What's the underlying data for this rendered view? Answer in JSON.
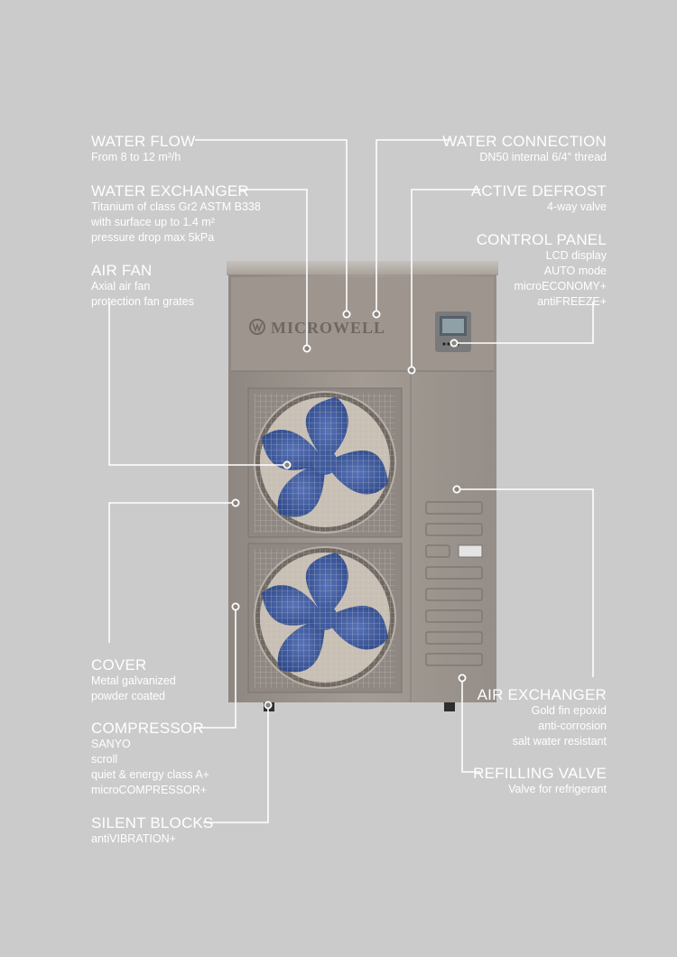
{
  "colors": {
    "background": "#cbcbcb",
    "text": "#ffffff",
    "leader_line": "#ffffff",
    "unit_body": "#9a928b",
    "fan_blade": "#3e5a9c"
  },
  "brand": {
    "logo_text": "MICROWELL"
  },
  "callouts": {
    "water_flow": {
      "title": "WATER FLOW",
      "lines": [
        "From 8 to 12 m³/h"
      ]
    },
    "water_exchanger": {
      "title": "WATER EXCHANGER",
      "lines": [
        "Titanium of class Gr2  ASTM B338",
        "with surface up to 1.4 m²",
        "pressure drop max 5kPa"
      ]
    },
    "air_fan": {
      "title": "AIR FAN",
      "lines": [
        "Axial air fan",
        "protection fan grates"
      ]
    },
    "water_connection": {
      "title": "WATER CONNECTION",
      "lines": [
        "DN50 internal 6/4\" thread"
      ]
    },
    "active_defrost": {
      "title": "ACTIVE DEFROST",
      "lines": [
        "4-way valve"
      ]
    },
    "control_panel": {
      "title": "CONTROL PANEL",
      "lines": [
        "LCD display",
        "AUTO mode",
        "microECONOMY+",
        "antiFREEZE+"
      ]
    },
    "cover": {
      "title": "COVER",
      "lines": [
        "Metal galvanized",
        "powder coated"
      ]
    },
    "compressor": {
      "title": "COMPRESSOR",
      "lines": [
        "SANYO",
        "scroll",
        "quiet & energy class A+",
        "microCOMPRESSOR+"
      ]
    },
    "silent_blocks": {
      "title": "SILENT BLOCKS",
      "lines": [
        "antiVIBRATION+"
      ]
    },
    "air_exchanger": {
      "title": "AIR EXCHANGER",
      "lines": [
        "Gold fin epoxid",
        "anti-corrosion",
        "salt water resistant"
      ]
    },
    "refilling_valve": {
      "title": "REFILLING VALVE",
      "lines": [
        "Valve for refrigerant"
      ]
    }
  }
}
